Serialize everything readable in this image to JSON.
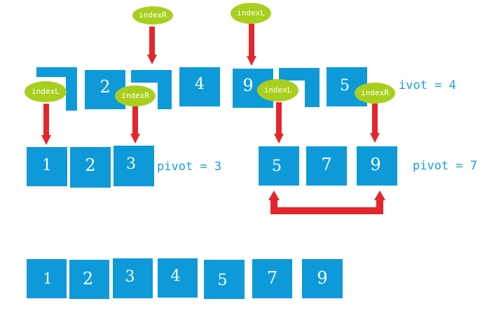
{
  "colors": {
    "box": "#0e9ad9",
    "pointer": "#e3262c",
    "tag": "#a8cf1e",
    "pivot_text": "#1a9fd8"
  },
  "step1": {
    "values": [
      "2",
      "4",
      "9",
      "5"
    ],
    "pivot": "ivot = 4",
    "tag_index_r_top": "indexR",
    "tag_index_l_top": "indexL",
    "tag_index_l_left": "indexL",
    "tag_index_r_left": "indexR",
    "tag_index_l_right": "indexL",
    "tag_index_r_right": "indexR"
  },
  "step2_left": {
    "values": [
      "1",
      "2",
      "3"
    ],
    "pivot": "pivot = 3"
  },
  "step2_right": {
    "values": [
      "5",
      "7",
      "9"
    ],
    "pivot": "pivot = 7"
  },
  "result": {
    "values": [
      "1",
      "2",
      "3",
      "4",
      "5",
      "7",
      "9"
    ]
  }
}
